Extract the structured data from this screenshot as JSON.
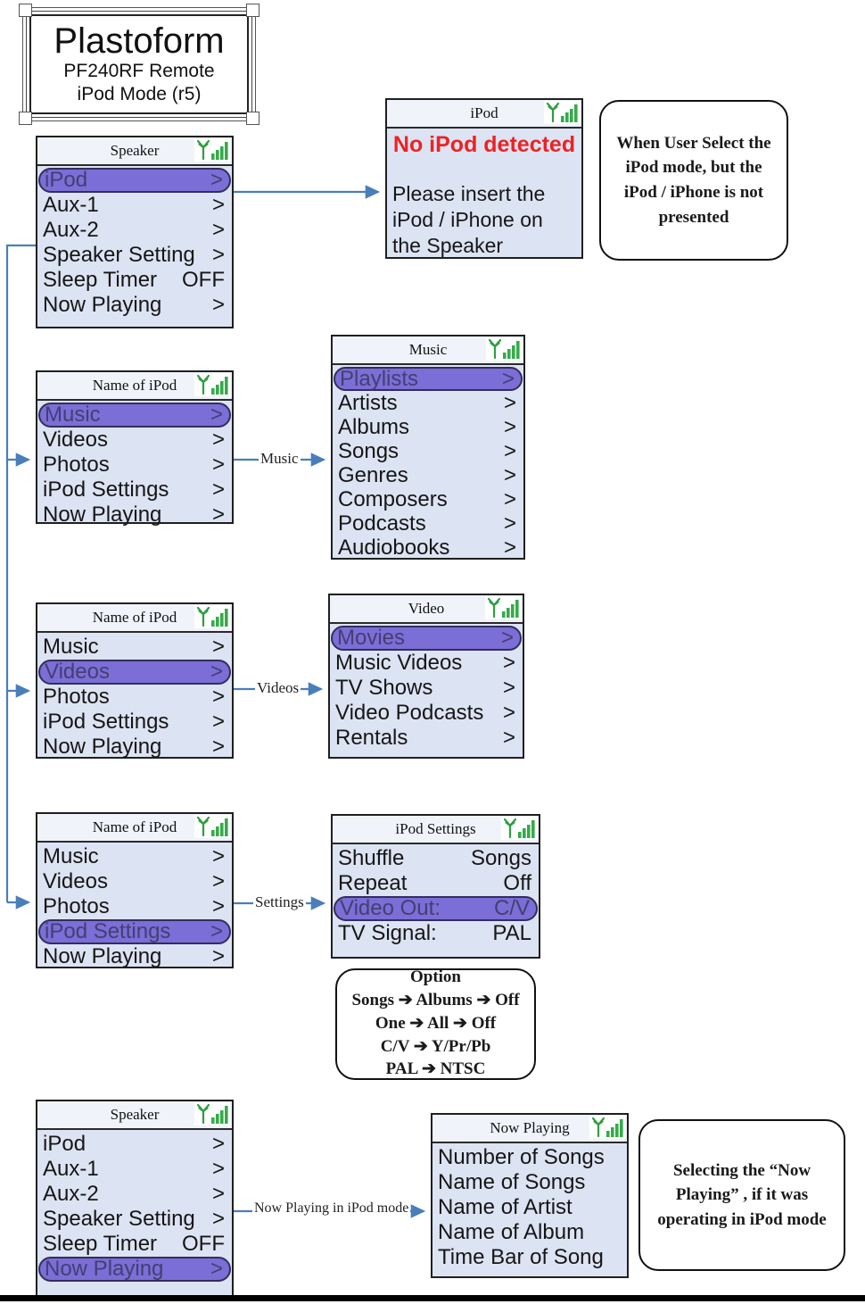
{
  "logo": {
    "title": "Plastoform",
    "line2": "PF240RF Remote",
    "line3": "iPod Mode (r5)"
  },
  "colors": {
    "highlight": "#7b6ed6",
    "highlight_border": "#332d5e",
    "screen_body": "#dce3f2",
    "screen_header": "#f0f3fa",
    "connector_blue": "#4a7ebb",
    "alert_red": "#ee2222",
    "signal_green": "#35ab4a"
  },
  "screens": [
    {
      "title": "Speaker",
      "items": [
        {
          "label": "iPod",
          "value": ">",
          "selected": true
        },
        {
          "label": "Aux-1",
          "value": ">"
        },
        {
          "label": "Aux-2",
          "value": ">"
        },
        {
          "label": "Speaker Setting",
          "value": ">"
        },
        {
          "label": "Sleep Timer",
          "value": "OFF"
        },
        {
          "label": "Now Playing",
          "value": ">"
        }
      ]
    },
    {
      "title": "iPod",
      "alert": "No iPod detected",
      "message": "Please insert the iPod / iPhone on the Speaker"
    },
    {
      "title": "Name of iPod",
      "items": [
        {
          "label": "Music",
          "value": ">",
          "selected": true
        },
        {
          "label": "Videos",
          "value": ">"
        },
        {
          "label": "Photos",
          "value": ">"
        },
        {
          "label": "iPod Settings",
          "value": ">"
        },
        {
          "label": "Now Playing",
          "value": ">"
        }
      ]
    },
    {
      "title": "Music",
      "items": [
        {
          "label": "Playlists",
          "value": ">",
          "selected": true
        },
        {
          "label": "Artists",
          "value": ">"
        },
        {
          "label": "Albums",
          "value": ">"
        },
        {
          "label": "Songs",
          "value": ">"
        },
        {
          "label": "Genres",
          "value": ">"
        },
        {
          "label": "Composers",
          "value": ">"
        },
        {
          "label": "Podcasts",
          "value": ">"
        },
        {
          "label": "Audiobooks",
          "value": ">"
        }
      ]
    },
    {
      "title": "Name of iPod",
      "items": [
        {
          "label": "Music",
          "value": ">"
        },
        {
          "label": "Videos",
          "value": ">",
          "selected": true
        },
        {
          "label": "Photos",
          "value": ">"
        },
        {
          "label": "iPod Settings",
          "value": ">"
        },
        {
          "label": "Now Playing",
          "value": ">"
        }
      ]
    },
    {
      "title": "Video",
      "items": [
        {
          "label": "Movies",
          "value": ">",
          "selected": true
        },
        {
          "label": "Music Videos",
          "value": ">"
        },
        {
          "label": "TV Shows",
          "value": ">"
        },
        {
          "label": "Video Podcasts",
          "value": ">"
        },
        {
          "label": "Rentals",
          "value": ">"
        }
      ]
    },
    {
      "title": "Name of iPod",
      "items": [
        {
          "label": "Music",
          "value": ">"
        },
        {
          "label": "Videos",
          "value": ">"
        },
        {
          "label": "Photos",
          "value": ">"
        },
        {
          "label": "iPod Settings",
          "value": ">",
          "selected": true
        },
        {
          "label": "Now Playing",
          "value": ">"
        }
      ]
    },
    {
      "title": "iPod Settings",
      "items": [
        {
          "label": "Shuffle",
          "value": "Songs"
        },
        {
          "label": "Repeat",
          "value": "Off"
        },
        {
          "label": "Video Out:",
          "value": "C/V",
          "selected": true
        },
        {
          "label": "TV Signal:",
          "value": "PAL"
        }
      ]
    },
    {
      "title": "Speaker",
      "items": [
        {
          "label": "iPod",
          "value": ">"
        },
        {
          "label": "Aux-1",
          "value": ">"
        },
        {
          "label": "Aux-2",
          "value": ">"
        },
        {
          "label": "Speaker Setting",
          "value": ">"
        },
        {
          "label": "Sleep Timer",
          "value": "OFF"
        },
        {
          "label": "Now Playing",
          "value": ">",
          "selected": true
        }
      ]
    },
    {
      "title": "Now Playing",
      "items": [
        {
          "label": "Number of Songs"
        },
        {
          "label": "Name of Songs"
        },
        {
          "label": "Name of Artist"
        },
        {
          "label": "Name of Album"
        },
        {
          "label": "Time Bar of Song"
        }
      ]
    }
  ],
  "notes": {
    "no_ipod": "When User Select the iPod mode, but the iPod / iPhone is not presented",
    "option": {
      "title": "Option",
      "lines": [
        "Songs ➔ Albums ➔ Off",
        "One ➔ All ➔ Off",
        "C/V ➔ Y/Pr/Pb",
        "PAL ➔ NTSC"
      ]
    },
    "now_playing": "Selecting the “Now Playing” , if it was operating in iPod mode"
  },
  "arrow_labels": {
    "music": "Music",
    "videos": "Videos",
    "settings": "Settings",
    "now_playing": "Now Playing in iPod mode"
  }
}
